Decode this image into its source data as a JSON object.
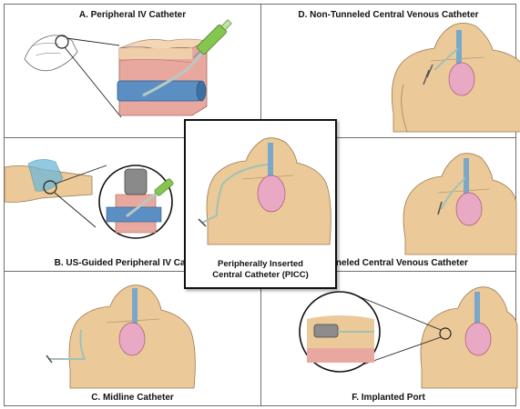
{
  "panels": {
    "a": {
      "label": "A. Peripheral  IV Catheter"
    },
    "b": {
      "label": "B. US-Guided Peripheral  IV Catheter"
    },
    "c": {
      "label": "C. Midline Catheter"
    },
    "d": {
      "label": "D. Non-Tunneled Central Venous Catheter"
    },
    "e": {
      "label": "E. Tunneled Central Venous Catheter"
    },
    "f": {
      "label": "F. Implanted Port"
    },
    "center": {
      "line1": "Peripherally Inserted",
      "line2": "Central Catheter (PICC)"
    }
  },
  "colors": {
    "skin": "#ecc998",
    "skin_line": "#9a7a52",
    "vein": "#5a8ec0",
    "heart": "#e9a9c4",
    "catheter": "#9ec2b8",
    "syringe": "#7dc24f",
    "tissue": "#e7a7a0"
  }
}
